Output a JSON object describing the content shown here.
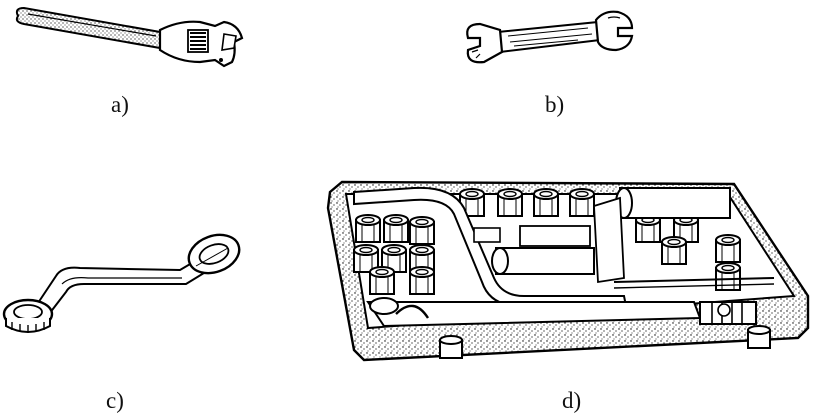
{
  "captions": {
    "a": "a)",
    "b": "b)",
    "c": "c)",
    "d": "d)"
  },
  "figures": {
    "a": {
      "icon": "adjustable-wrench-icon"
    },
    "b": {
      "icon": "open-end-wrench-icon"
    },
    "c": {
      "icon": "offset-ring-wrench-icon"
    },
    "d": {
      "icon": "socket-set-case-icon"
    }
  },
  "colors": {
    "ink": "#000000",
    "paper": "#ffffff"
  }
}
